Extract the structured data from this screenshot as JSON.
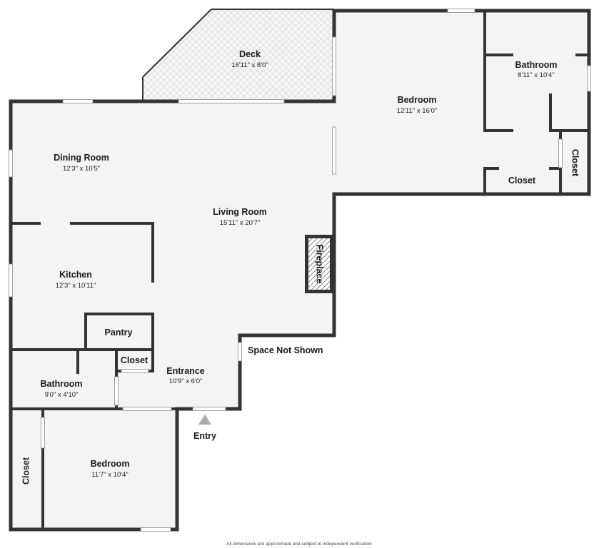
{
  "rooms": {
    "deck": {
      "name": "Deck",
      "dim": "16'11\" x 8'0\""
    },
    "bedroom_main": {
      "name": "Bedroom",
      "dim": "12'11\" x 16'0\""
    },
    "bathroom_main": {
      "name": "Bathroom",
      "dim": "8'11\" x 10'4\""
    },
    "closet_right_v": {
      "name": "Closet"
    },
    "closet_right_h": {
      "name": "Closet"
    },
    "dining": {
      "name": "Dining Room",
      "dim": "12'3\" x 10'5\""
    },
    "living": {
      "name": "Living Room",
      "dim": "15'11\" x 20'7\""
    },
    "fireplace": {
      "name": "Fireplace"
    },
    "kitchen": {
      "name": "Kitchen",
      "dim": "12'3\" x 10'11\""
    },
    "pantry": {
      "name": "Pantry"
    },
    "closet_center": {
      "name": "Closet"
    },
    "entrance": {
      "name": "Entrance",
      "dim": "10'9\" x 6'0\""
    },
    "bathroom_small": {
      "name": "Bathroom",
      "dim": "9'0\" x 4'10\""
    },
    "bedroom_small": {
      "name": "Bedroom",
      "dim": "11'7\" x 10'4\""
    },
    "closet_left": {
      "name": "Closet"
    }
  },
  "labels": {
    "space_not_shown": "Space Not Shown",
    "entry": "Entry",
    "disclaimer": "All dimensions are approximate and subject to independent verification"
  },
  "colors": {
    "floor": "#f4f4f4",
    "wall": "#333333",
    "deck_grid": "#d4d4d4",
    "entry_arrow": "#aaaaaa"
  }
}
